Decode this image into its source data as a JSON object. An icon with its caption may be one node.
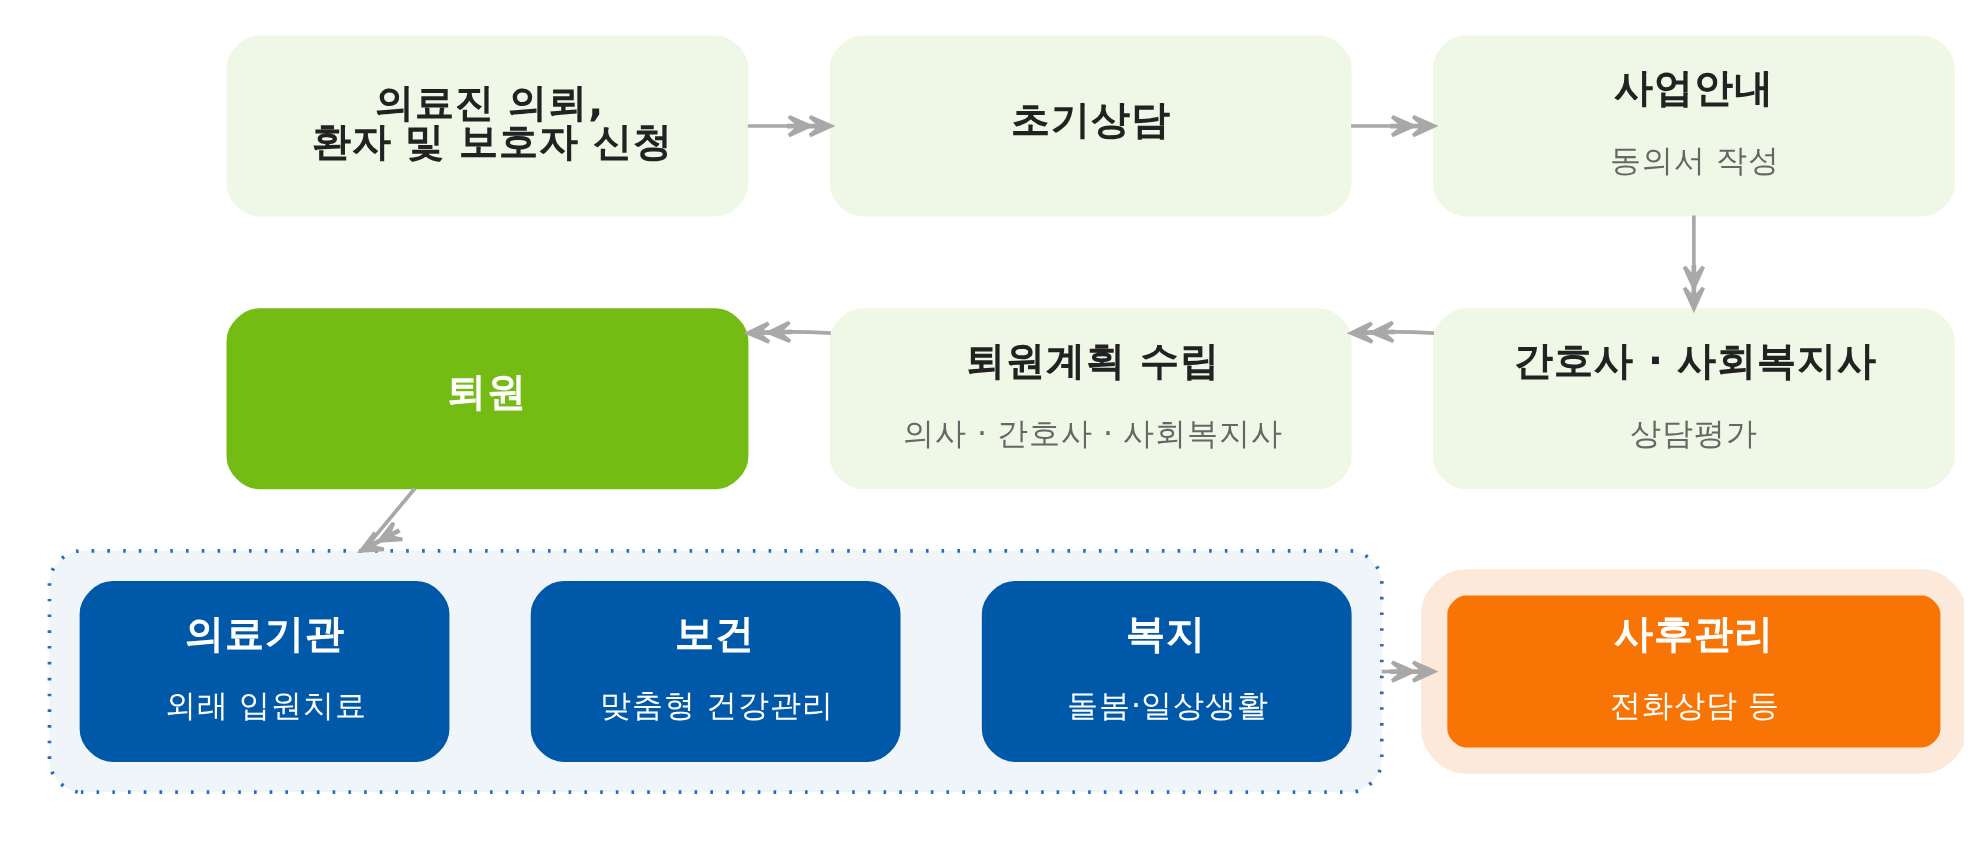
{
  "diagram": {
    "nodes": [
      {
        "text": [
          "의료진 의뢰, 환자 및 보호자 신청"
        ]
      },
      {
        "text": [
          "초기상담"
        ]
      },
      {
        "text": [
          "사업안내",
          "동의서 작성"
        ]
      },
      {
        "text": [
          "퇴원"
        ]
      },
      {
        "text": [
          "퇴원계획 수립",
          "의사 · 간호사 · 사회복지사"
        ]
      },
      {
        "text": [
          "간호사 · 사회복지사",
          "상담평가"
        ]
      },
      {
        "text": [],
        "shape": "box"
      },
      {
        "text": [
          "의료기관",
          "외래 입원치료"
        ],
        "in": 6
      },
      {
        "text": [
          "보건",
          "맞춤형 건강관리"
        ],
        "in": 6
      },
      {
        "text": [
          "복지",
          "돌봄·일상생활"
        ],
        "in": 6
      },
      {
        "text": [
          "사후관리",
          "전화상담 등"
        ]
      }
    ],
    "edges": [
      {
        "from": 0,
        "to": 1,
        "arrow": "to"
      },
      {
        "from": 1,
        "to": 2,
        "arrow": "to"
      },
      {
        "from": 2,
        "to": 5,
        "arrow": "to"
      },
      {
        "from": 5,
        "to": 4,
        "arrow": "to"
      },
      {
        "from": 4,
        "to": 3,
        "arrow": "to"
      },
      {
        "from": 3,
        "to": 6,
        "arrow": "to"
      },
      {
        "from": 6,
        "to": 10,
        "arrow": "to"
      }
    ]
  }
}
